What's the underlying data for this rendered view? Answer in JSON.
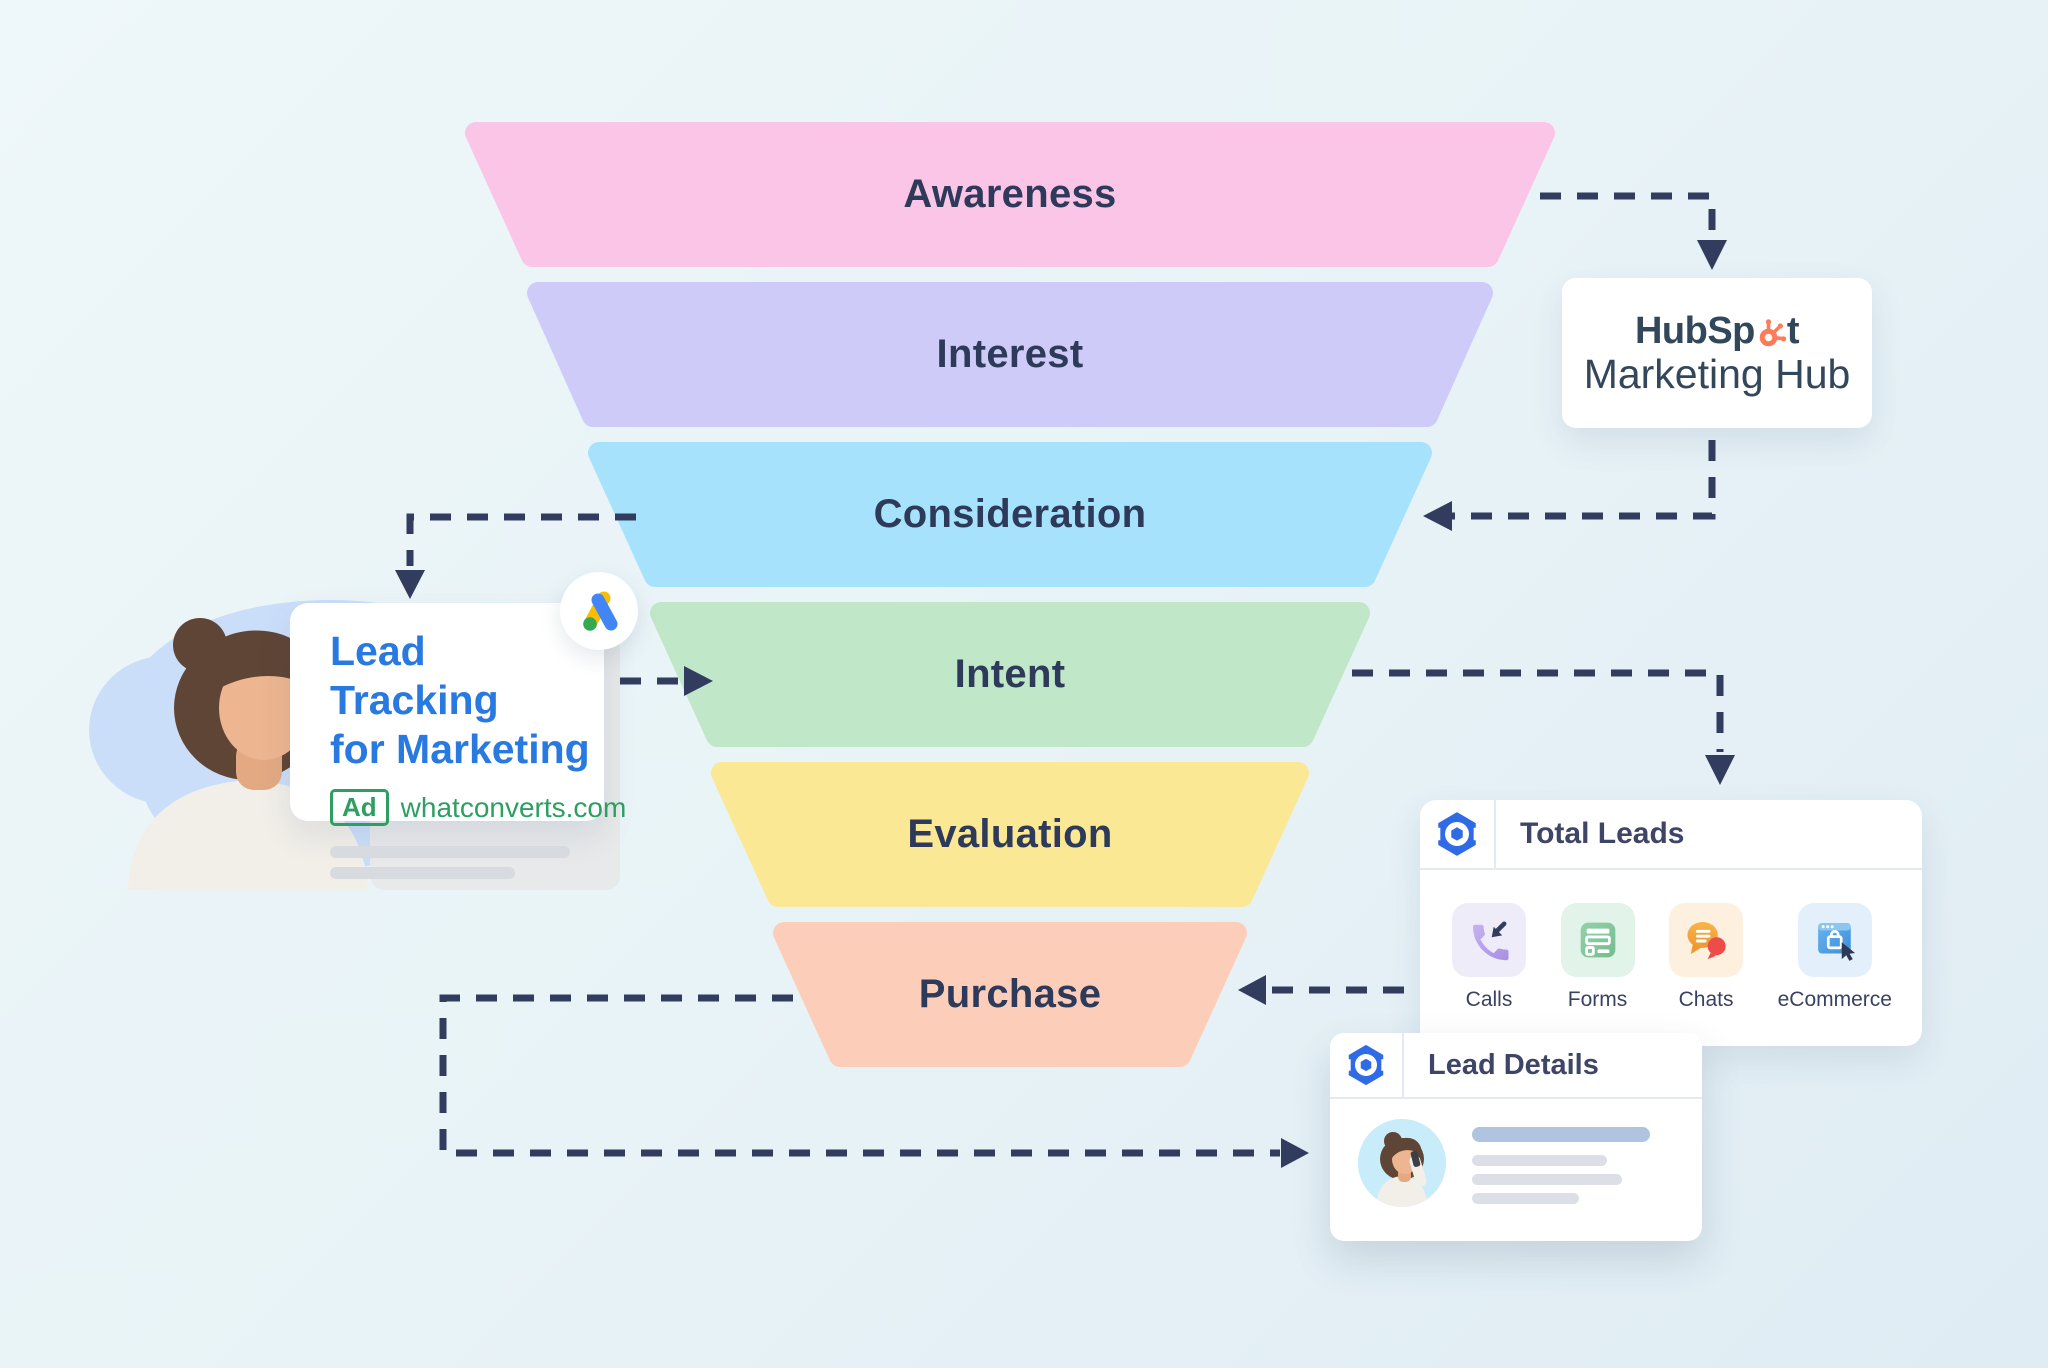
{
  "background_color": "#EAF4F7",
  "funnel": {
    "label_color": "#2E3A59",
    "stages": [
      {
        "label": "Awareness",
        "color": "#FBC5E8"
      },
      {
        "label": "Interest",
        "color": "#CECBF8"
      },
      {
        "label": "Consideration",
        "color": "#A6E2FB"
      },
      {
        "label": "Intent",
        "color": "#BFE7C8"
      },
      {
        "label": "Evaluation",
        "color": "#FBE894"
      },
      {
        "label": "Purchase",
        "color": "#FCCEBA"
      }
    ]
  },
  "connectors": {
    "color": "#323C5E",
    "style": "dashed"
  },
  "hubspot_card": {
    "brand": "HubSpot",
    "brand_prefix": "HubSp",
    "brand_suffix": "t",
    "product": "Marketing Hub",
    "brand_color": "#33475B",
    "sprocket_color": "#FF7A59"
  },
  "ad_card": {
    "title_line1": "Lead Tracking",
    "title_line2": "for Marketing",
    "badge": "Ad",
    "url": "whatconverts.com",
    "title_color": "#2879E0",
    "ad_green": "#2E9E63"
  },
  "google_ads_logo": {
    "blue": "#4285F4",
    "yellow": "#FBBC04",
    "green": "#34A853"
  },
  "whatconverts_logo_color": "#2E6BE5",
  "total_leads_card": {
    "title": "Total Leads",
    "channels": [
      {
        "label": "Calls",
        "tile_color": "#EFECFA",
        "icon_color": "#B49CE8"
      },
      {
        "label": "Forms",
        "tile_color": "#E2F3E9",
        "icon_color": "#82C79A"
      },
      {
        "label": "Chats",
        "tile_color": "#FDF0DE",
        "icon_color": "#F5A83C"
      },
      {
        "label": "eCommerce",
        "tile_color": "#E3F0FB",
        "icon_color": "#4A9FE0"
      }
    ]
  },
  "lead_details_card": {
    "title": "Lead Details"
  }
}
